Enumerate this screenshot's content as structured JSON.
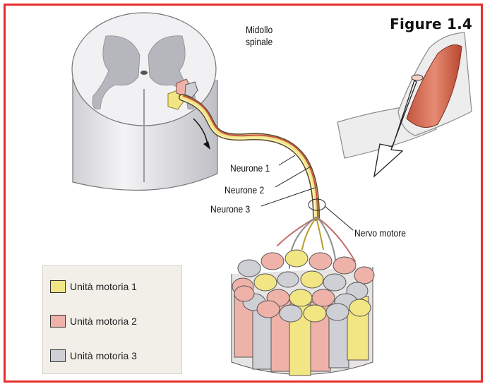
{
  "figure_title": "Figure 1.4",
  "labels": {
    "spinal_line1": "Midollo",
    "spinal_line2": "spinale",
    "neuron1": "Neurone 1",
    "neuron2": "Neurone 2",
    "neuron3": "Neurone 3",
    "motor_nerve": "Nervo motore"
  },
  "legend": [
    {
      "label": "Unità motoria 1",
      "color": "#f2e583"
    },
    {
      "label": "Unità motoria 2",
      "color": "#eeb2a9"
    },
    {
      "label": "Unità motoria 3",
      "color": "#cfd0d6"
    }
  ],
  "colors": {
    "frame": "#e5302b",
    "unit1": "#f2e583",
    "unit2": "#eeb2a9",
    "unit3": "#cfd0d6",
    "muscle": "#d9705d"
  }
}
